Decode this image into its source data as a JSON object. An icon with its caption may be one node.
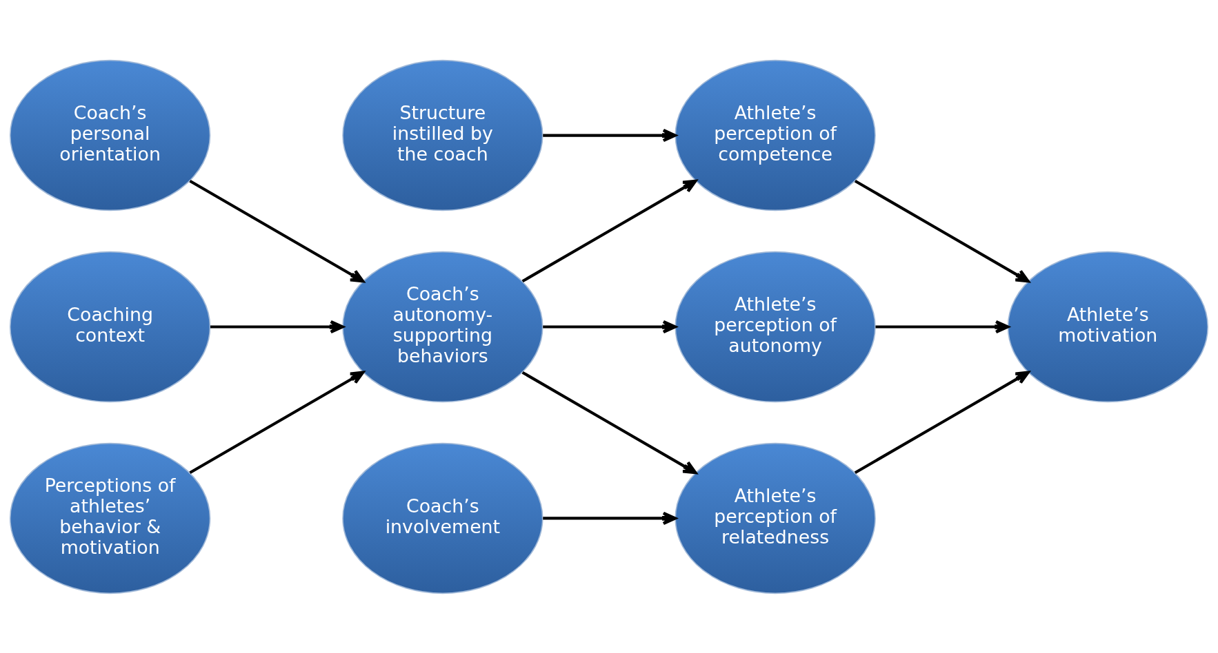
{
  "diagram": {
    "nodes": [
      {
        "text": [
          "Coach’s personal orientation"
        ]
      },
      {
        "text": [
          "Coaching context"
        ]
      },
      {
        "text": [
          "Perceptions of athletes’ behavior & motivation"
        ]
      },
      {
        "text": [
          "Structure instilled by the coach"
        ]
      },
      {
        "text": [
          "Coach’s autonomy-supporting behaviors"
        ]
      },
      {
        "text": [
          "Coach’s involvement"
        ]
      },
      {
        "text": [
          "Athlete’s perception of competence"
        ]
      },
      {
        "text": [
          "Athlete’s perception of autonomy"
        ]
      },
      {
        "text": [
          "Athlete’s perception of relatedness"
        ]
      },
      {
        "text": [
          "Athlete’s motivation"
        ]
      }
    ],
    "edges": [
      {
        "from": 0,
        "to": 4,
        "arrow": "to"
      },
      {
        "from": 1,
        "to": 4,
        "arrow": "to"
      },
      {
        "from": 2,
        "to": 4,
        "arrow": "to"
      },
      {
        "from": 3,
        "to": 6,
        "arrow": "to"
      },
      {
        "from": 4,
        "to": 6,
        "arrow": "to"
      },
      {
        "from": 4,
        "to": 7,
        "arrow": "to"
      },
      {
        "from": 4,
        "to": 8,
        "arrow": "to"
      },
      {
        "from": 5,
        "to": 8,
        "arrow": "to"
      },
      {
        "from": 6,
        "to": 9,
        "arrow": "to"
      },
      {
        "from": 7,
        "to": 9,
        "arrow": "to"
      },
      {
        "from": 8,
        "to": 9,
        "arrow": "to"
      }
    ]
  }
}
